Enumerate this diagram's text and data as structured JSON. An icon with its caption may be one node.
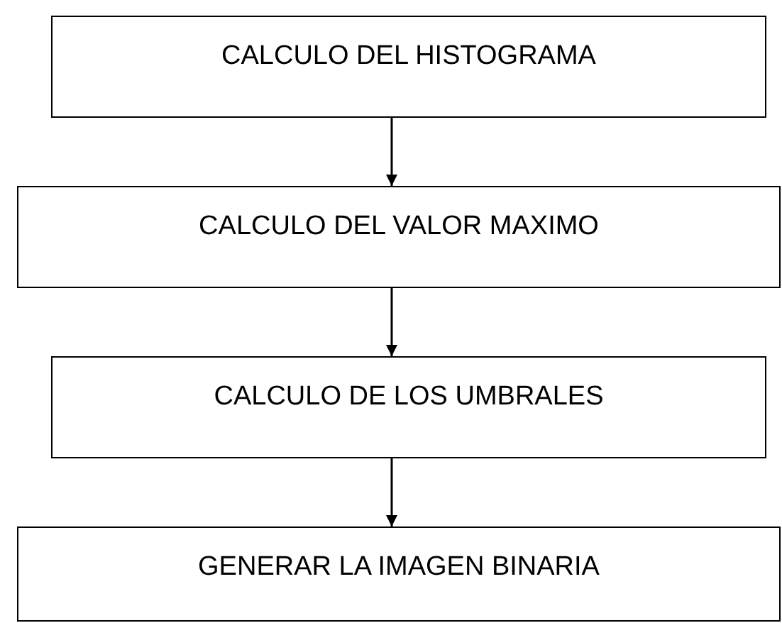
{
  "diagram": {
    "nodes": [
      {
        "text": [
          "CALCULO DEL HISTOGRAMA"
        ]
      },
      {
        "text": [
          "CALCULO DEL VALOR MAXIMO"
        ]
      },
      {
        "text": [
          "CALCULO DE LOS UMBRALES"
        ]
      },
      {
        "text": [
          "GENERAR LA IMAGEN BINARIA"
        ]
      }
    ],
    "edges": [
      {
        "from": 0,
        "to": 1,
        "arrow": "to"
      },
      {
        "from": 1,
        "to": 2,
        "arrow": "to"
      },
      {
        "from": 2,
        "to": 3,
        "arrow": "to"
      }
    ]
  }
}
